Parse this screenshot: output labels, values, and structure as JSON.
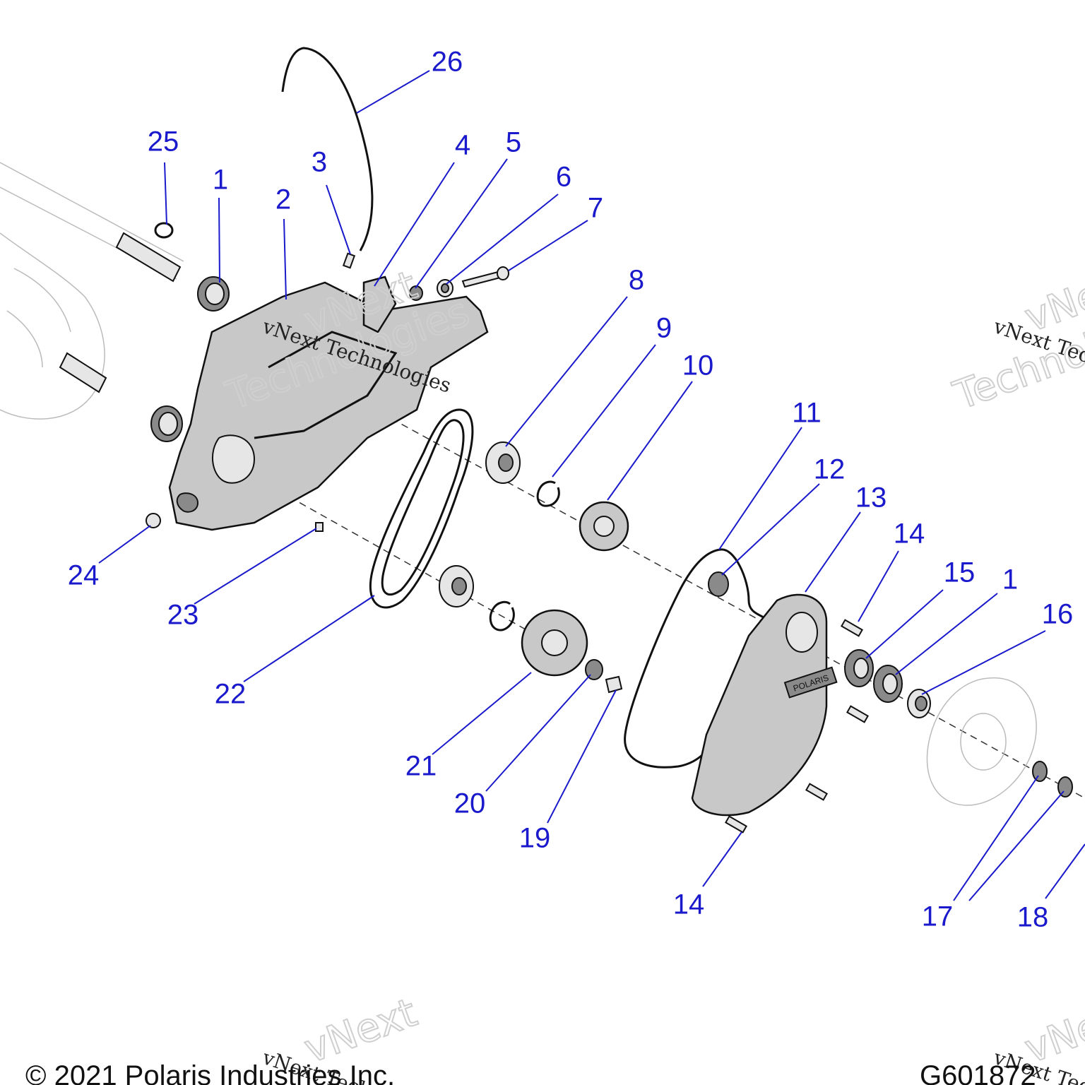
{
  "callouts": [
    {
      "label": "26"
    },
    {
      "label": "25"
    },
    {
      "label": "1"
    },
    {
      "label": "2"
    },
    {
      "label": "3"
    },
    {
      "label": "4"
    },
    {
      "label": "5"
    },
    {
      "label": "6"
    },
    {
      "label": "7"
    },
    {
      "label": "8"
    },
    {
      "label": "9"
    },
    {
      "label": "10"
    },
    {
      "label": "11"
    },
    {
      "label": "12"
    },
    {
      "label": "13"
    },
    {
      "label": "14"
    },
    {
      "label": "15"
    },
    {
      "label": "1"
    },
    {
      "label": "16"
    },
    {
      "label": "24"
    },
    {
      "label": "23"
    },
    {
      "label": "22"
    },
    {
      "label": "21"
    },
    {
      "label": "20"
    },
    {
      "label": "19"
    },
    {
      "label": "14"
    },
    {
      "label": "17"
    },
    {
      "label": "18"
    }
  ],
  "watermark": {
    "line1": "vNext Technologies",
    "outline_word1": "vNext",
    "outline_word2": "Technologies"
  },
  "cover_label": "POLARIS",
  "footer": {
    "copyright": "© 2021 Polaris Industries Inc.",
    "drawing_id": "G601872"
  }
}
